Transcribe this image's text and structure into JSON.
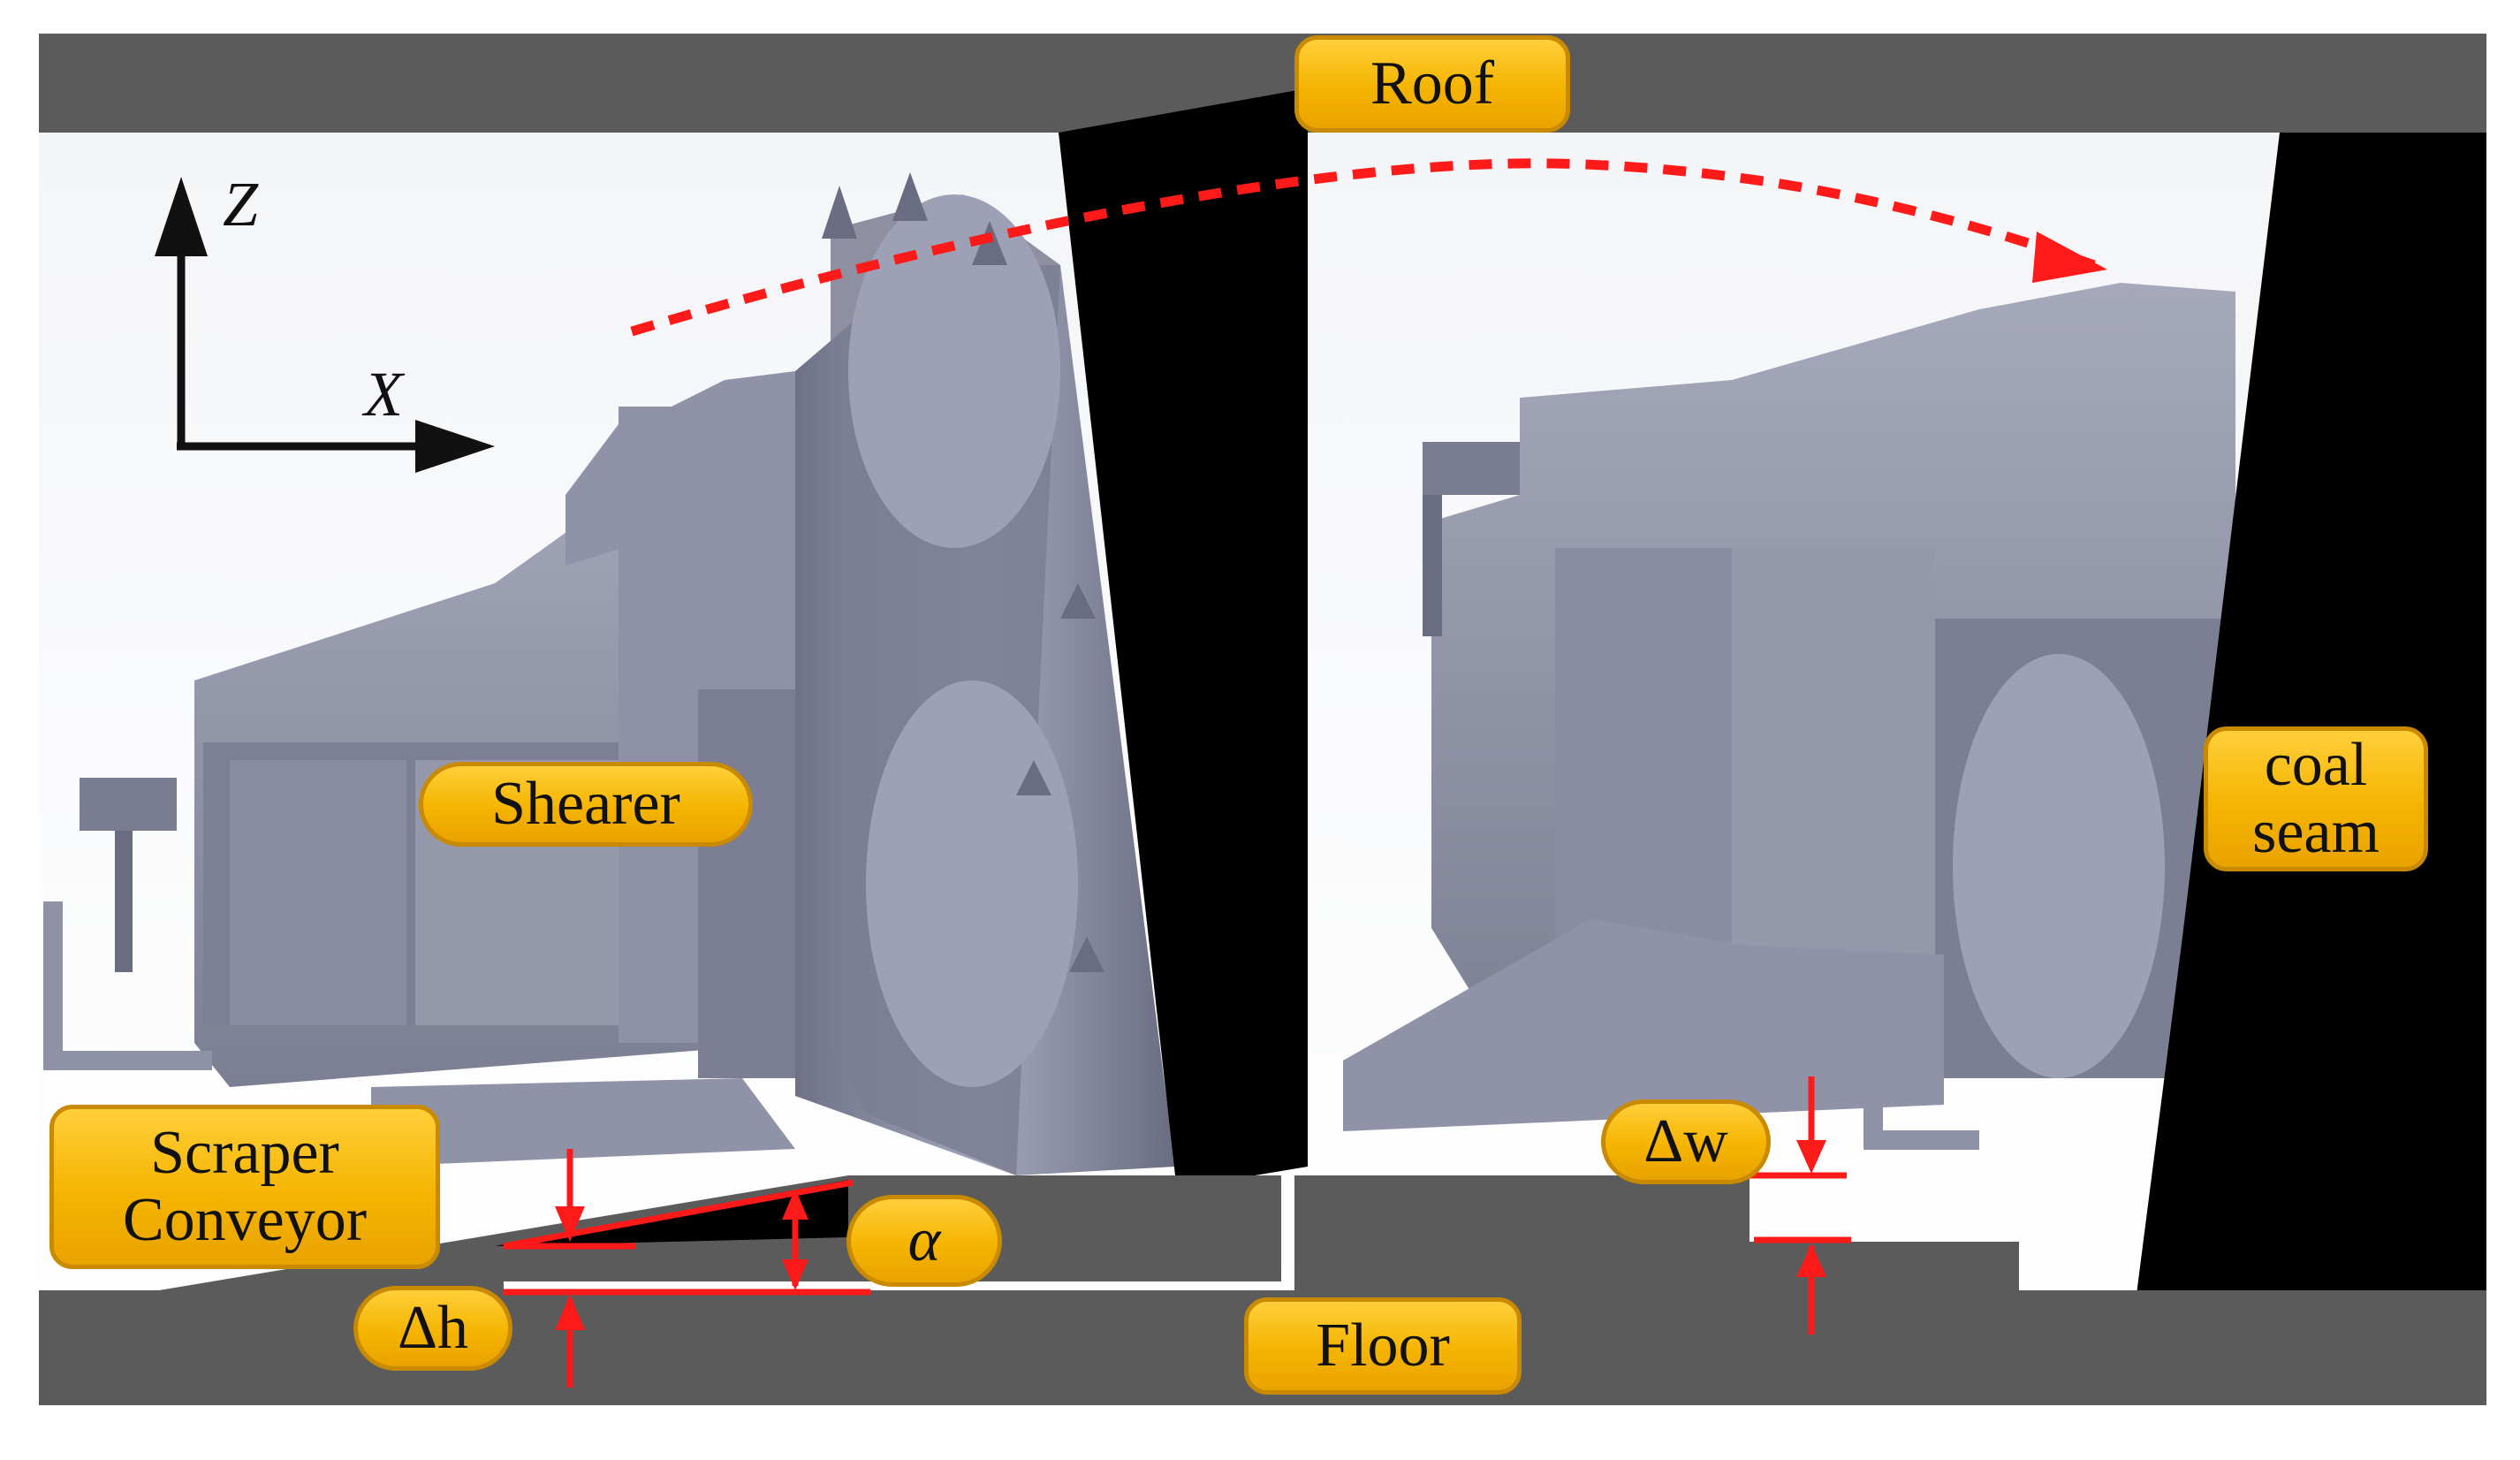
{
  "labels": {
    "roof": "Roof",
    "floor": "Floor",
    "shearer": "Shearer",
    "coal_seam": "coal\nseam",
    "scraper_conveyor": "Scraper\nConveyor",
    "alpha": "α",
    "delta_h": "Δh",
    "delta_w": "Δw"
  },
  "axes": {
    "z": "Z",
    "x": "X"
  },
  "colors": {
    "strata": "#5b5b5b",
    "coal": "#000000",
    "machine": "#8c8fa3",
    "annotation": "#ff1a1a",
    "label_fill": "#f5b400",
    "label_border": "#c98a00"
  }
}
